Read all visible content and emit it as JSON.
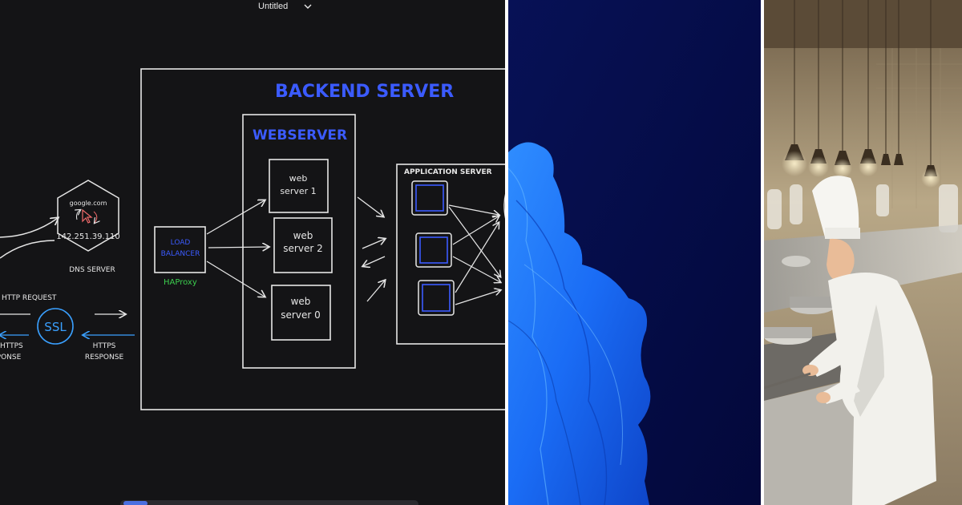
{
  "window": {
    "title": "Untitled"
  },
  "diagram": {
    "backend_title": "BACKEND SERVER",
    "webserver_title": "WEBSERVER",
    "web_servers": [
      "web server 1",
      "web server 2",
      "web server 0"
    ],
    "load_balancer": "LOAD BALANCER",
    "haproxy": "HAProxy",
    "application_server": "APPLICATION SERVER",
    "dns": {
      "domain": "google.com",
      "ip": "142.251.39.110",
      "label": "DNS SERVER"
    },
    "ssl": "SSL",
    "http_request": "HTTP REQUEST",
    "https_left": [
      "HTTPS",
      "RESPONSE"
    ],
    "https_right": [
      "HTTPS",
      "RESPONSE"
    ]
  },
  "colors": {
    "canvas": "#141416",
    "stroke": "#e6e6e6",
    "accent_blue": "#3b5bff",
    "ssl_blue": "#3aa0ff",
    "haproxy_green": "#3ccf4e",
    "panel2_bg": "#050a4c",
    "bloom_blue": "#1d7cff"
  }
}
